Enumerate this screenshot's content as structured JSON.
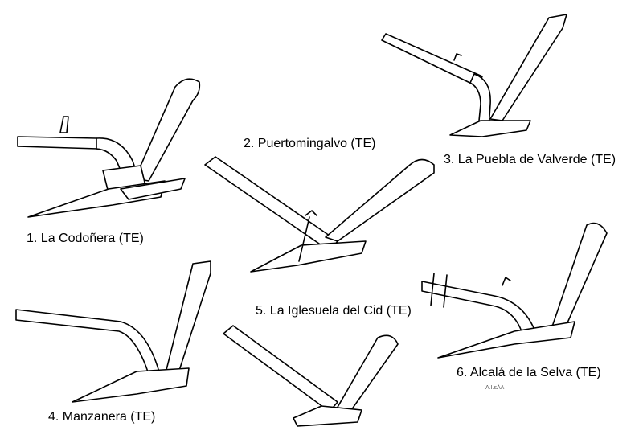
{
  "plows": [
    {
      "label": "1. La Codoñera (TE)"
    },
    {
      "label": "2. Puertomingalvo (TE)"
    },
    {
      "label": "3. La Puebla de Valverde  (TE)"
    },
    {
      "label": "4. Manzanera (TE)"
    },
    {
      "label": "5. La Iglesuela del Cid (TE)"
    },
    {
      "label": "6. Alcalá de la Selva (TE)"
    }
  ]
}
